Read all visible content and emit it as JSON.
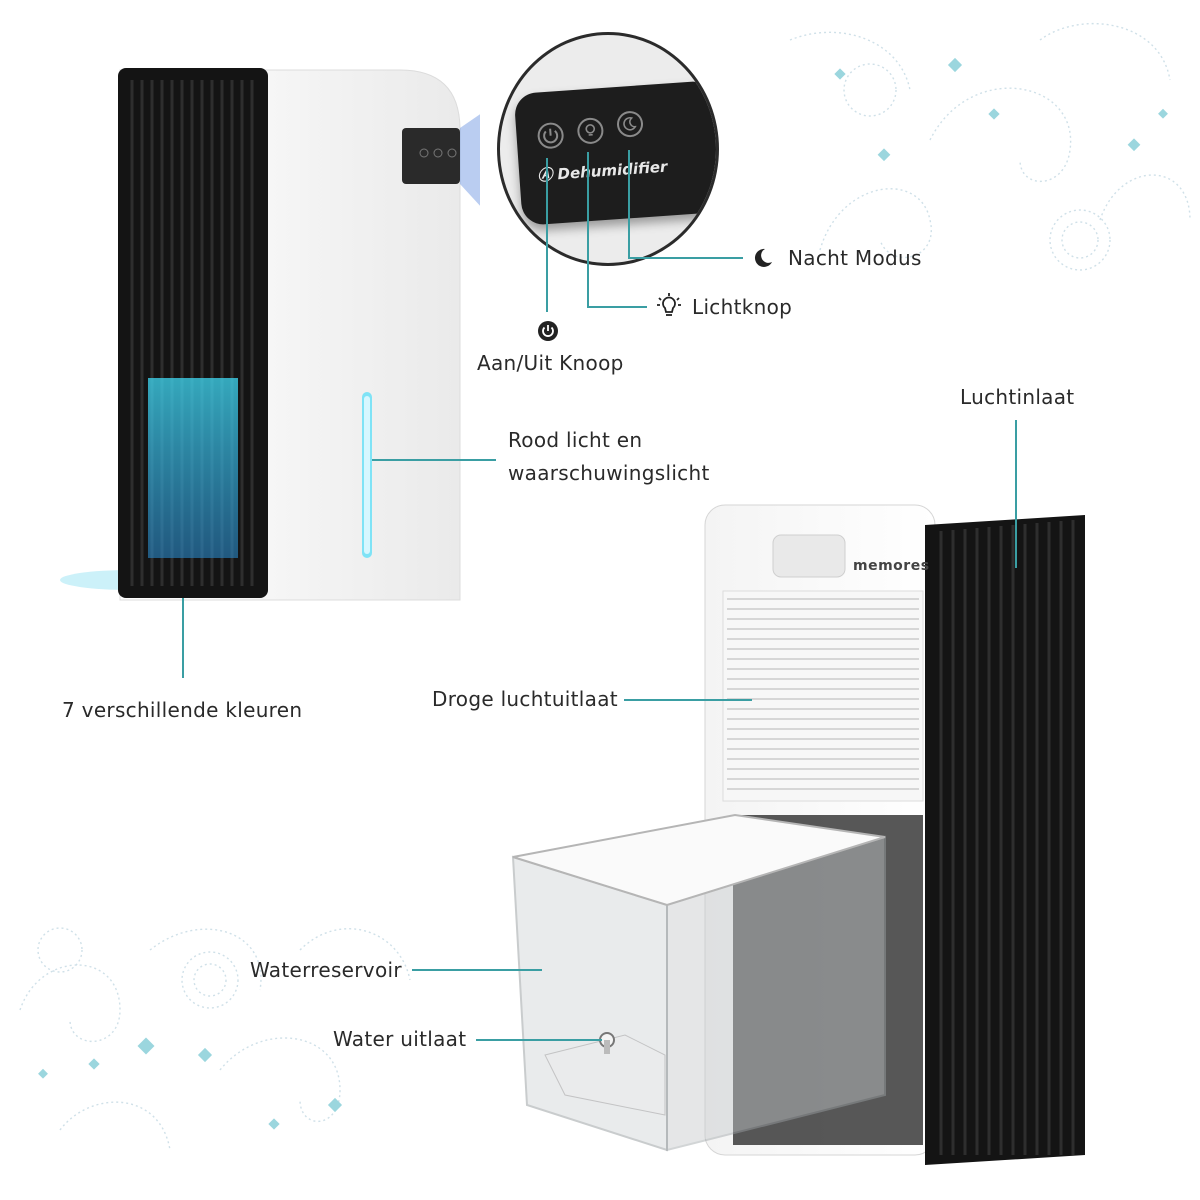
{
  "callouts": {
    "night_mode": "Nacht Modus",
    "light_button": "Lichtknop",
    "power_button": "Aan/Uit Knoop",
    "air_inlet": "Luchtinlaat",
    "red_light_line1": "Rood licht en",
    "red_light_line2": "waarschuwingslicht",
    "seven_colors": "7 verschillende kleuren",
    "dry_air_outlet": "Droge luchtuitlaat",
    "water_tank": "Waterreservoir",
    "water_outlet": "Water uitlaat"
  },
  "device": {
    "panel_brand": "Dehumidifier",
    "logo": "memores"
  },
  "colors": {
    "accent": "#3a9ea3",
    "cyan_glow": "#3fd6f0",
    "fin_black": "#141414"
  },
  "icons": [
    "power-icon",
    "bulb-icon",
    "moon-icon"
  ]
}
